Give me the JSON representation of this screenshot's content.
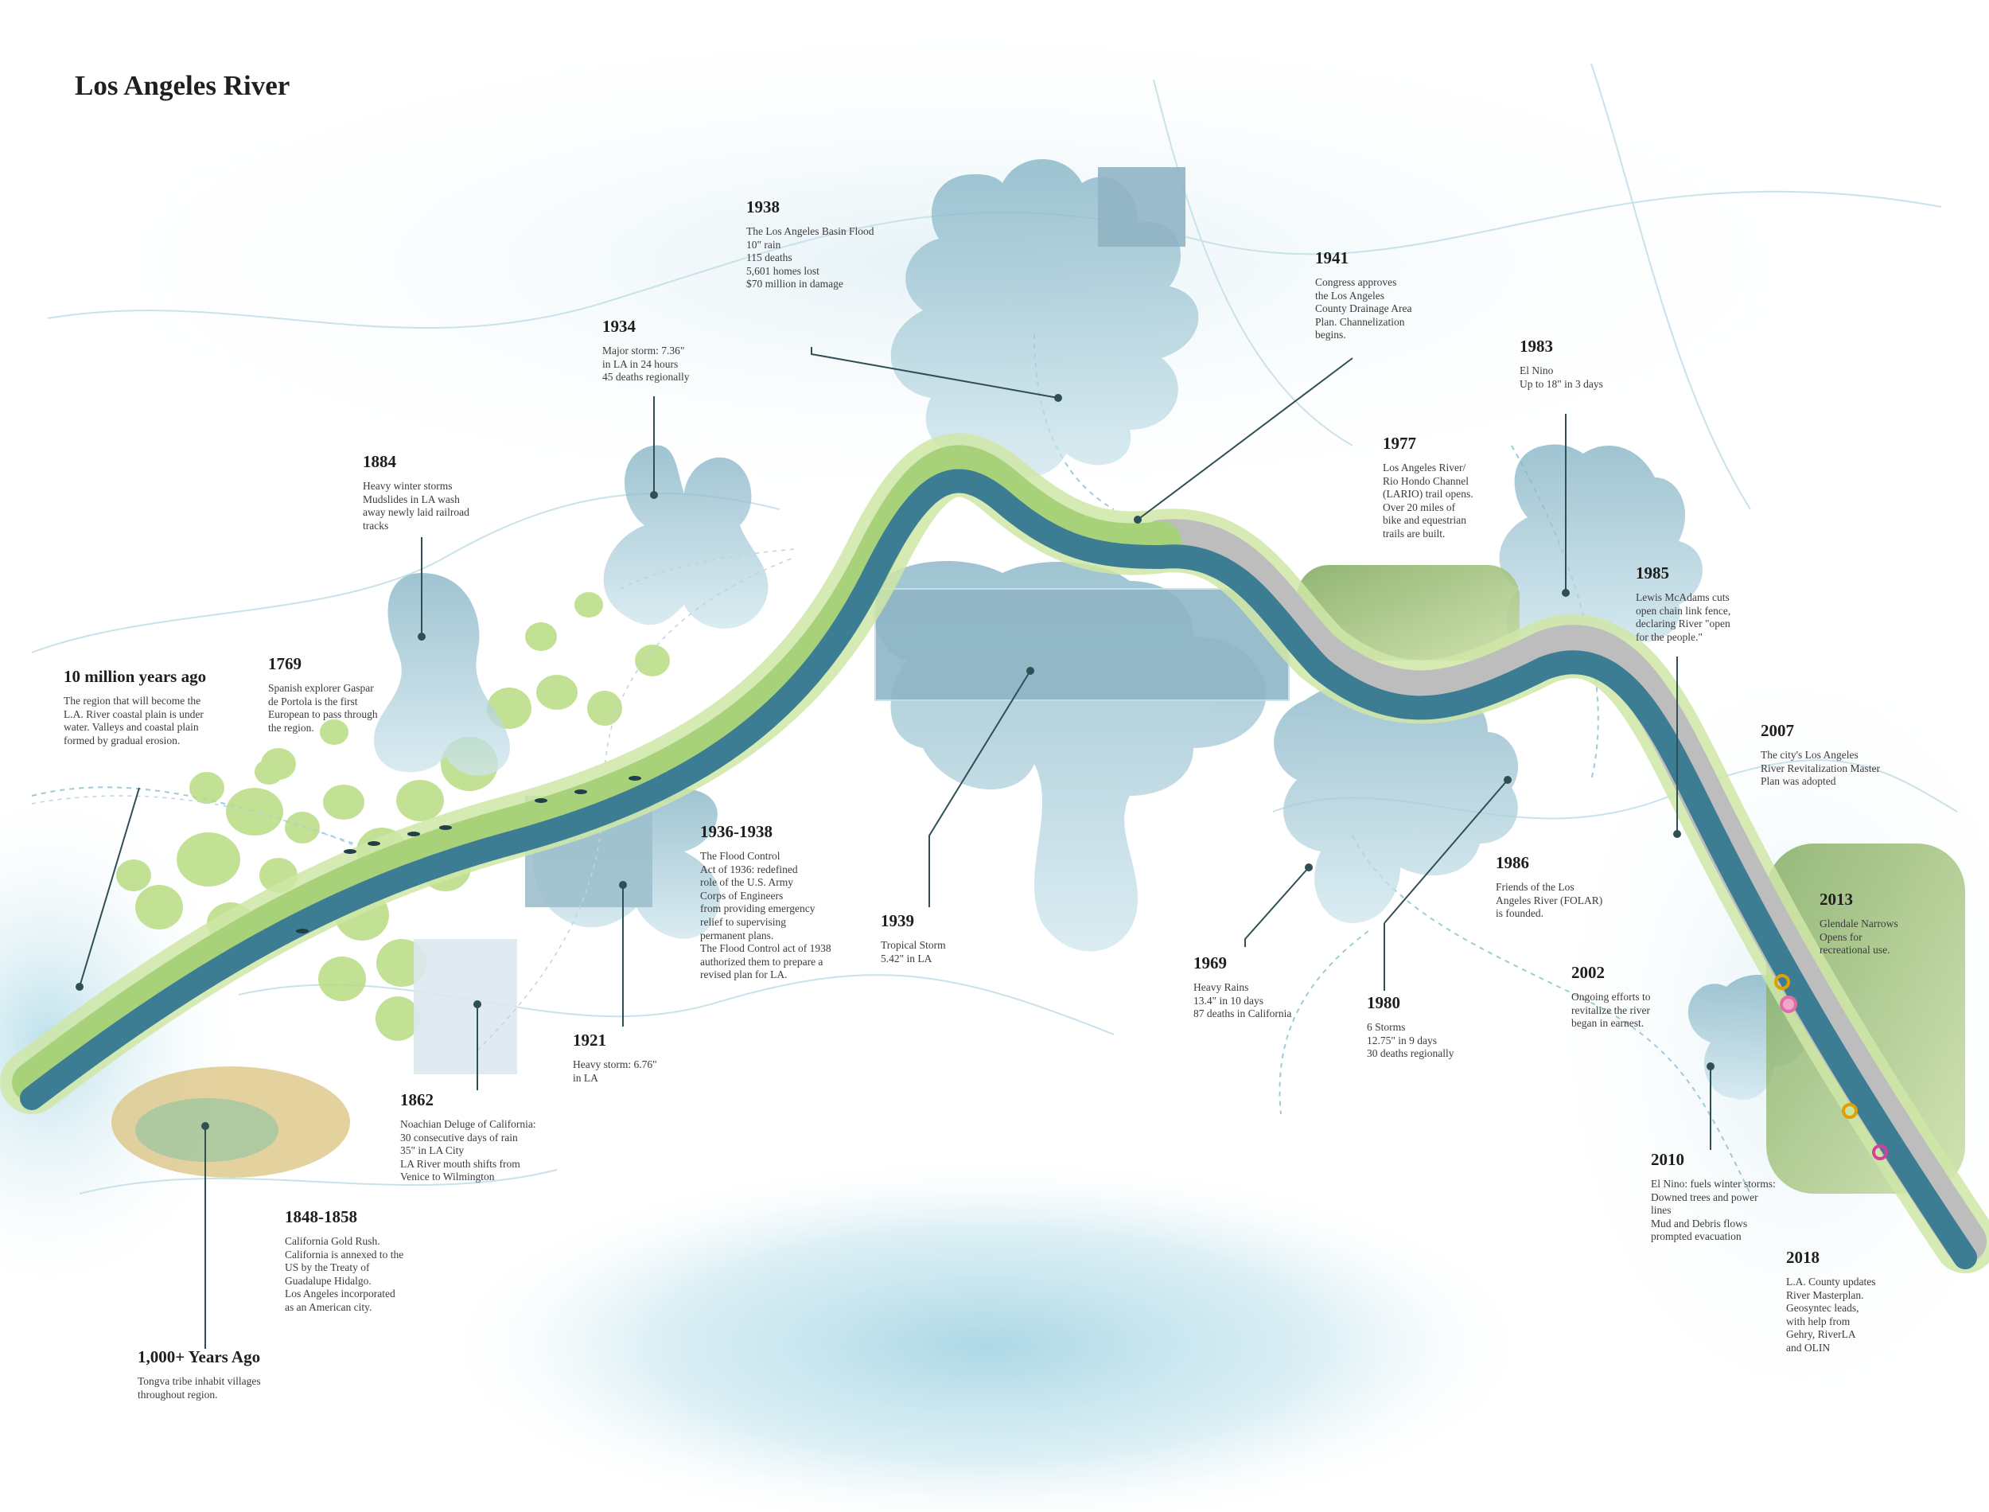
{
  "title": "Los Angeles River",
  "colors": {
    "river": "#3d7d94",
    "river_edge": "#2e6579",
    "green_buffer": "#b9dc8e",
    "concrete": "#b5b5b5",
    "wash": "#d3ebf2",
    "photo_blob": "#a6cbd8",
    "leader": "#2f4f55",
    "text": "#2b2b2b"
  },
  "events": [
    {
      "id": "e1",
      "year": "10 million years ago",
      "text": "The region that will become the\nL.A. River coastal plain is under\nwater. Valleys and coastal plain\nformed by gradual erosion."
    },
    {
      "id": "e2",
      "year": "1,000+ Years Ago",
      "text": "Tongva tribe inhabit villages\nthroughout region."
    },
    {
      "id": "e3",
      "year": "1769",
      "text": "Spanish explorer Gaspar\nde Portola is the first\nEuropean to pass through\nthe region."
    },
    {
      "id": "e4",
      "year": "1848-1858",
      "text": "California Gold Rush.\nCalifornia is annexed to the\nUS by the Treaty of\nGuadalupe Hidalgo.\nLos Angeles incorporated\nas an American city."
    },
    {
      "id": "e5",
      "year": "1862",
      "text": "Noachian Deluge of California:\n30 consecutive days of rain\n35\" in LA City\nLA River mouth shifts from\nVenice to Wilmington"
    },
    {
      "id": "e6",
      "year": "1884",
      "text": "Heavy winter storms\nMudslides in LA wash\naway newly laid railroad\ntracks"
    },
    {
      "id": "e7",
      "year": "1921",
      "text": "Heavy storm: 6.76\"\nin LA"
    },
    {
      "id": "e8",
      "year": "1934",
      "text": "Major storm: 7.36\"\nin LA in 24 hours\n45 deaths regionally"
    },
    {
      "id": "e9",
      "year": "1936-1938",
      "text": "The Flood Control\nAct of 1936: redefined\nrole of the U.S. Army\nCorps of Engineers\nfrom providing emergency\nrelief to supervising\npermanent plans.\nThe Flood Control act of 1938\nauthorized them to prepare a\nrevised plan for LA."
    },
    {
      "id": "e10",
      "year": "1938",
      "text": "The Los Angeles Basin Flood\n10\" rain\n115 deaths\n5,601 homes lost\n$70 million in damage"
    },
    {
      "id": "e11",
      "year": "1939",
      "text": "Tropical Storm\n5.42\" in  LA"
    },
    {
      "id": "e12",
      "year": "1941",
      "text": "Congress approves\nthe Los Angeles\nCounty Drainage Area\nPlan. Channelization\nbegins."
    },
    {
      "id": "e13",
      "year": "1969",
      "text": "Heavy Rains\n13.4\" in 10 days\n87 deaths in California"
    },
    {
      "id": "e14",
      "year": "1977",
      "text": "Los Angeles River/\nRio Hondo Channel\n(LARIO) trail opens.\nOver 20 miles of\nbike and equestrian\ntrails are built."
    },
    {
      "id": "e15",
      "year": "1980",
      "text": "6 Storms\n12.75\" in 9 days\n30 deaths regionally"
    },
    {
      "id": "e16",
      "year": "1983",
      "text": "El Nino\nUp to 18\" in 3 days"
    },
    {
      "id": "e17",
      "year": "1985",
      "text": "Lewis McAdams cuts\nopen chain link fence,\ndeclaring River \"open\nfor the people.\""
    },
    {
      "id": "e18",
      "year": "1986",
      "text": "Friends of the Los\nAngeles River (FOLAR)\nis founded."
    },
    {
      "id": "e19",
      "year": "2002",
      "text": "Ongoing efforts to\nrevitalize the river\nbegan in earnest."
    },
    {
      "id": "e20",
      "year": "2007",
      "text": "The city's Los Angeles\nRiver Revitalization Master\nPlan was adopted"
    },
    {
      "id": "e21",
      "year": "2010",
      "text": "El Nino: fuels winter storms:\nDowned trees and power\nlines\nMud and Debris flows\nprompted evacuation"
    },
    {
      "id": "e22",
      "year": "2013",
      "text": "Glendale Narrows\nOpens for\nrecreational use."
    },
    {
      "id": "e23",
      "year": "2018",
      "text": "L.A. County updates\nRiver Masterplan.\nGeosyntec leads,\nwith help from\nGehry, RiverLA\nand OLIN"
    }
  ]
}
